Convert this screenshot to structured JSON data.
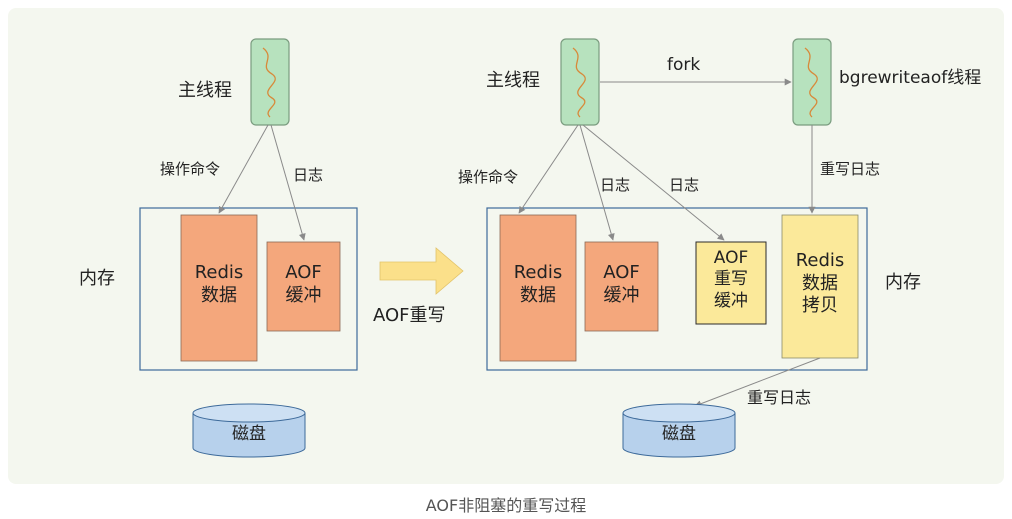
{
  "left": {
    "main_thread": "主线程",
    "op_cmd": "操作命令",
    "log": "日志",
    "memory": "内存",
    "redis_data": "Redis\n数据",
    "aof_buffer": "AOF\n缓冲",
    "disk": "磁盘"
  },
  "middle": {
    "arrow_label": "AOF重写"
  },
  "right": {
    "main_thread": "主线程",
    "fork": "fork",
    "bg_thread": "bgrewriteaof线程",
    "op_cmd": "操作命令",
    "log1": "日志",
    "log2": "日志",
    "rewrite_log_top": "重写日志",
    "memory": "内存",
    "redis_data": "Redis\n数据",
    "aof_buffer": "AOF\n缓冲",
    "aof_rewrite_buffer": "AOF\n重写\n缓冲",
    "redis_copy": "Redis\n数据\n拷贝",
    "rewrite_log_bottom": "重写日志",
    "disk": "磁盘"
  },
  "caption": "AOF非阻塞的重写过程",
  "colors": {
    "thread_fill": "#b7e2be",
    "thread_stroke": "#7a9c7f",
    "wave": "#d8893a",
    "orange_box": "#f4a77c",
    "yellow_box": "#fbe99a",
    "memory_border": "#3d6a9a",
    "disk_fill": "#b7d1ec",
    "arrow_fill": "#fbe08a"
  }
}
